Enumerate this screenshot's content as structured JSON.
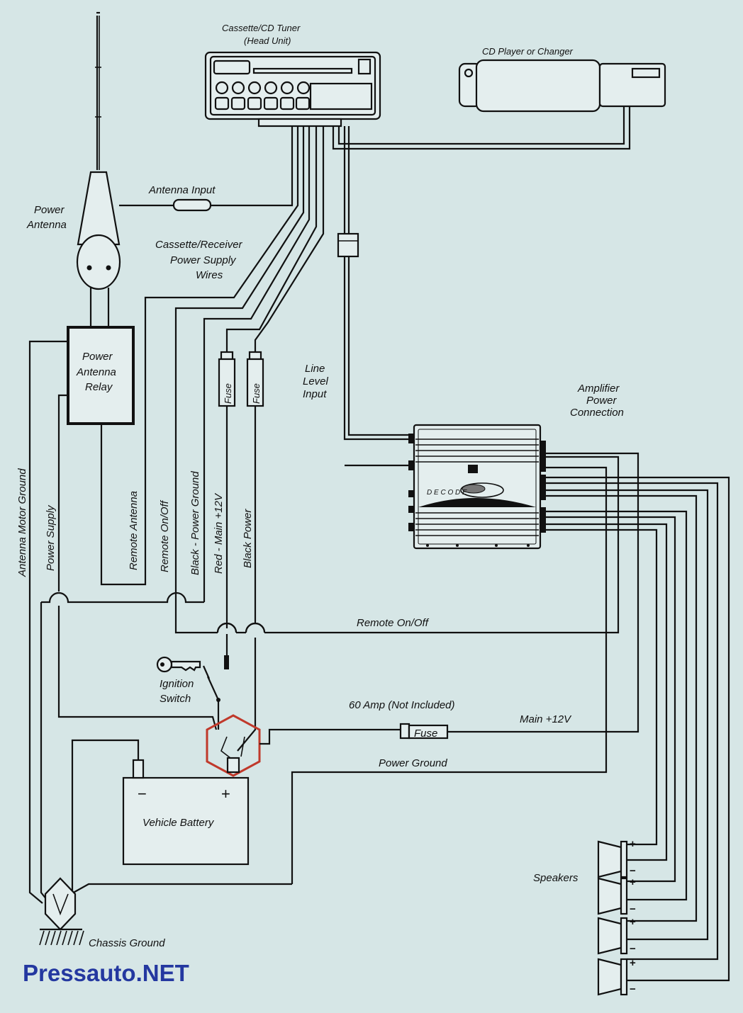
{
  "labels": {
    "head_unit_l1": "Cassette/CD Tuner",
    "head_unit_l2": "(Head Unit)",
    "cd_player": "CD Player or Changer",
    "antenna_input": "Antenna Input",
    "power_antenna_l1": "Power",
    "power_antenna_l2": "Antenna",
    "power_supply_wires_l1": "Cassette/Receiver",
    "power_supply_wires_l2": "Power Supply",
    "power_supply_wires_l3": "Wires",
    "relay_l1": "Power",
    "relay_l2": "Antenna",
    "relay_l3": "Relay",
    "fuse": "Fuse",
    "line_level_l1": "Line",
    "line_level_l2": "Level",
    "line_level_l3": "Input",
    "amp_power_l1": "Amplifier",
    "amp_power_l2": "Power",
    "amp_power_l3": "Connection",
    "amp_brand": "D E C O D E",
    "antenna_motor_ground": "Antenna Motor Ground",
    "power_supply": "Power Supply",
    "remote_antenna": "Remote Antenna",
    "remote_onoff_vertical": "Remote On/Off",
    "black_power_ground": "Black - Power Ground",
    "red_main": "Red - Main +12V",
    "black_power": "Black Power",
    "remote_onoff": "Remote On/Off",
    "ignition_l1": "Ignition",
    "ignition_l2": "Switch",
    "amp60": "60 Amp (Not Included)",
    "main12v": "Main +12V",
    "power_ground": "Power Ground",
    "battery": "Vehicle Battery",
    "battery_minus": "−",
    "battery_plus": "+",
    "speakers": "Speakers",
    "plus": "+",
    "minus": "−",
    "chassis_ground": "Chassis Ground",
    "watermark": "Pressauto.NET"
  },
  "colors": {
    "background": "#d6e6e6",
    "line": "#111111",
    "junction_hex": "#c0392b",
    "watermark": "#2438a0"
  }
}
